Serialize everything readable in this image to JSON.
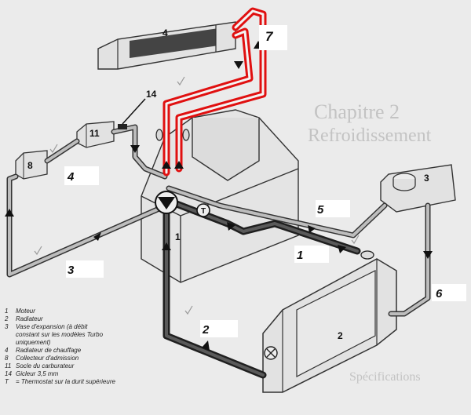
{
  "components": {
    "c1": "1",
    "c2": "2",
    "c3": "3",
    "c4": "4",
    "c8": "8",
    "c11": "11",
    "c14": "14",
    "thermostat": "T"
  },
  "hose_labels": {
    "h1": "1",
    "h2": "2",
    "h3": "3",
    "h4": "4",
    "h5": "5",
    "h6": "6",
    "h7": "7"
  },
  "background_text": {
    "line1": "Chapitre 2",
    "line2": "Refroidissement",
    "line3": "Spécifications"
  },
  "legend": [
    {
      "key": "1",
      "text": "Moteur"
    },
    {
      "key": "2",
      "text": "Radiateur"
    },
    {
      "key": "3",
      "text": "Vase d'expansion (à débit"
    },
    {
      "key": "",
      "text": "constant sur les modèles Turbo"
    },
    {
      "key": "",
      "text": "uniquement)"
    },
    {
      "key": "4",
      "text": "Radiateur de chauffage"
    },
    {
      "key": "8",
      "text": "Collecteur d'admission"
    },
    {
      "key": "11",
      "text": "Socle du carburateur"
    },
    {
      "key": "14",
      "text": "Gicleur 3,5 mm"
    },
    {
      "key": "T",
      "text": "= Thermostat sur la durit supérieure"
    }
  ],
  "colors": {
    "hose_dark": "#3a3a3a",
    "hose_light": "#9a9a9a",
    "highlight": "#e01010",
    "paper": "#ebebeb"
  }
}
